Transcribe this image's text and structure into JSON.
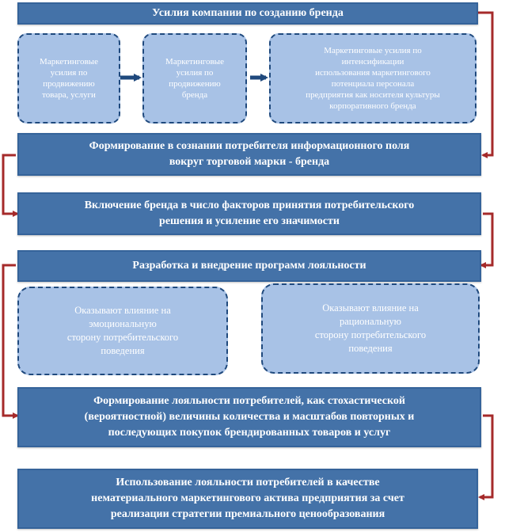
{
  "header": {
    "title": "Усилия компании по созданию бренда"
  },
  "efforts": [
    {
      "lines": [
        "Маркетинговые",
        "усилия по",
        "продвижению",
        "товара, услуги"
      ]
    },
    {
      "lines": [
        "Маркетинговые",
        "усилия по",
        "продвижению",
        "бренда"
      ]
    },
    {
      "lines": [
        "Маркетинговые усилия по",
        "интенсификации",
        "использования маркетингового",
        "потенциала персонала",
        "предприятия как носителя культуры",
        "корпоративного бренда"
      ]
    }
  ],
  "steps": [
    {
      "lines": [
        "Формирование в сознании потребителя информационного поля",
        "вокруг  торговой марки - бренда"
      ]
    },
    {
      "lines": [
        "Включение бренда в число факторов принятия потребительского",
        "решения и усиление его значимости"
      ]
    },
    {
      "lines": [
        "Разработка и внедрение программ лояльности"
      ]
    },
    {
      "lines": [
        "Формирование лояльности потребителей, как стохастической",
        "(вероятностной) величины количества и масштабов повторных и",
        "последующих покупок брендированных товаров и услуг"
      ]
    },
    {
      "lines": [
        "Использование лояльности потребителей в качестве",
        "нематериального маркетингового актива предприятия за счет",
        "реализации стратегии премиального ценообразования"
      ]
    }
  ],
  "influence": [
    {
      "lines": [
        "Оказывают влияние на",
        "эмоциональную",
        "сторону потребительского",
        "поведения"
      ]
    },
    {
      "lines": [
        "Оказывают влияние на",
        "рациональную",
        "сторону потребительского",
        "поведения"
      ]
    }
  ],
  "colors": {
    "bar": "#4472a8",
    "box": "#a8c2e6",
    "border": "#1f497d",
    "connector": "#a52a2a"
  }
}
